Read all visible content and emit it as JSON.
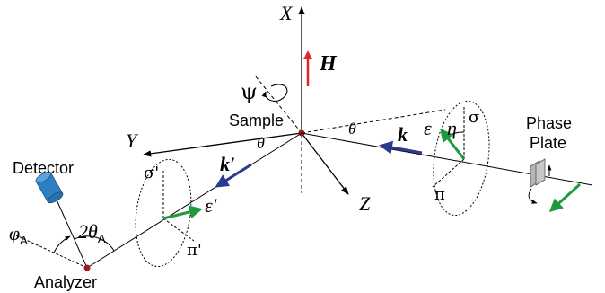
{
  "axes": {
    "x": "X",
    "y": "Y",
    "z": "Z"
  },
  "labels": {
    "field": "H",
    "sample": "Sample",
    "psi": "ψ",
    "detector": "Detector",
    "analyzer": "Analyzer",
    "phase_plate_line1": "Phase",
    "phase_plate_line2": "Plate",
    "theta_in": "θ",
    "theta_out": "θ",
    "k_in": "k",
    "k_out": "k′",
    "eps_in": "ε",
    "eps_out": "ε′",
    "eta": "η",
    "sigma_in": "σ",
    "pi_in": "π",
    "sigma_out": "σ'",
    "pi_out": "π'",
    "phi_symbol": "φ",
    "phi_sub": "A",
    "two_theta": "2θ",
    "two_theta_sub": "A"
  },
  "colors": {
    "k_arrow": "#2b3a8f",
    "polarization": "#1e9a3c",
    "field": "#e0262b",
    "detector": "#2f7fc4",
    "analyzer_dot": "#9b1c1c",
    "sample_dot": "#8b1a1a",
    "plate": "#b5b5b5"
  }
}
